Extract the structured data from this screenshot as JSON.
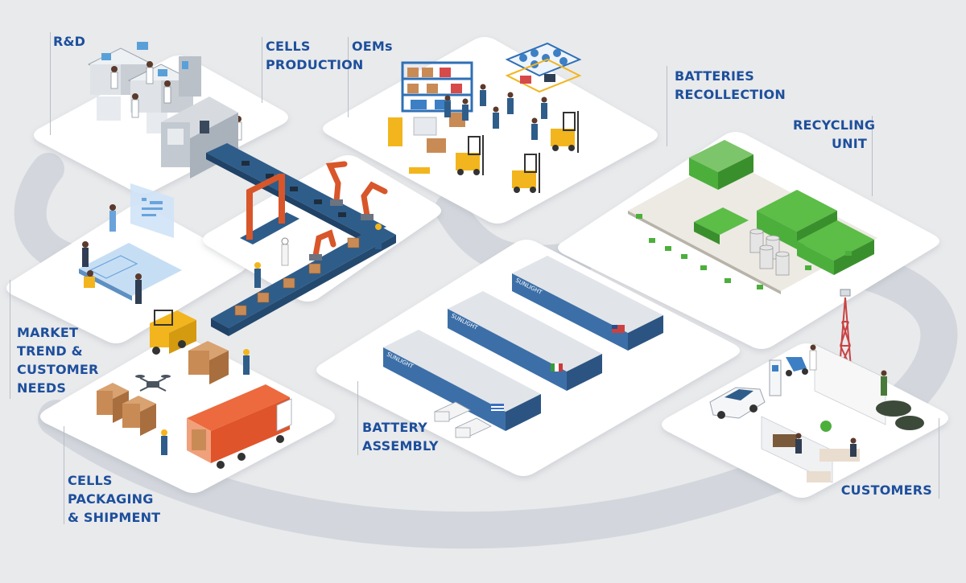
{
  "labels": {
    "rnd": "R&D",
    "cells_production": "CELLS\nPRODUCTION",
    "oems": "OEMs",
    "batteries_recollection": "BATTERIES\nRECOLLECTION",
    "recycling_unit": "RECYCLING\nUNIT",
    "market_trend": "MARKET\nTREND &\nCUSTOMER\nNEEDS",
    "battery_assembly": "BATTERY\nASSEMBLY",
    "cells_packaging": "CELLS\nPACKAGING\n& SHIPMENT",
    "customers": "CUSTOMERS"
  },
  "brand_sign": "SUNLIGHT",
  "colors": {
    "label_text": "#1d4f9c",
    "background": "#e9eaec",
    "platform": "#ffffff",
    "flow_loop": "#cfd3d9",
    "robot_arm": "#d8562a",
    "conveyor": "#2f5d8a",
    "forklift": "#f2b51d",
    "recycling_green": "#4caf3c",
    "truck_container": "#e0542b",
    "warehouse_roof": "#d4d7dc",
    "warehouse_wall": "#3c6fa8"
  },
  "icons": [
    "lab-workstation-icon",
    "robot-arm-icon",
    "conveyor-belt-icon",
    "forklift-icon",
    "shelf-rack-icon",
    "warehouse-icon",
    "flag-us-icon",
    "flag-italy-icon",
    "flag-greece-icon",
    "truck-icon",
    "drone-icon",
    "cardboard-box-icon",
    "electric-car-icon",
    "charging-station-icon",
    "scooter-icon",
    "telecom-tower-icon",
    "storage-tank-icon",
    "worker-icon"
  ]
}
